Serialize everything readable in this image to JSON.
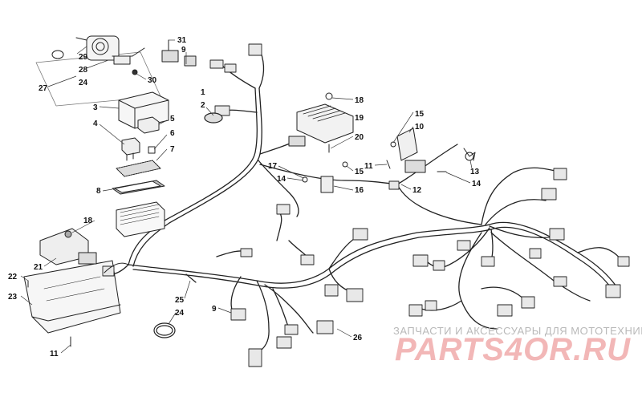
{
  "callouts": [
    {
      "id": "c31",
      "text": "31"
    },
    {
      "id": "c9a",
      "text": "9"
    },
    {
      "id": "c29",
      "text": "29"
    },
    {
      "id": "c28",
      "text": "28"
    },
    {
      "id": "c24a",
      "text": "24"
    },
    {
      "id": "c30",
      "text": "30"
    },
    {
      "id": "c27",
      "text": "27"
    },
    {
      "id": "c1",
      "text": "1"
    },
    {
      "id": "c2",
      "text": "2"
    },
    {
      "id": "c3",
      "text": "3"
    },
    {
      "id": "c5",
      "text": "5"
    },
    {
      "id": "c4",
      "text": "4"
    },
    {
      "id": "c6",
      "text": "6"
    },
    {
      "id": "c7",
      "text": "7"
    },
    {
      "id": "c8",
      "text": "8"
    },
    {
      "id": "c18a",
      "text": "18"
    },
    {
      "id": "c19",
      "text": "19"
    },
    {
      "id": "c20",
      "text": "20"
    },
    {
      "id": "c15a",
      "text": "15"
    },
    {
      "id": "c10",
      "text": "10"
    },
    {
      "id": "c11a",
      "text": "11"
    },
    {
      "id": "c13",
      "text": "13"
    },
    {
      "id": "c17",
      "text": "17"
    },
    {
      "id": "c14a",
      "text": "14"
    },
    {
      "id": "c15b",
      "text": "15"
    },
    {
      "id": "c16",
      "text": "16"
    },
    {
      "id": "c12",
      "text": "12"
    },
    {
      "id": "c14b",
      "text": "14"
    },
    {
      "id": "c18b",
      "text": "18"
    },
    {
      "id": "c21",
      "text": "21"
    },
    {
      "id": "c22",
      "text": "22"
    },
    {
      "id": "c23",
      "text": "23"
    },
    {
      "id": "c25",
      "text": "25"
    },
    {
      "id": "c24b",
      "text": "24"
    },
    {
      "id": "c9b",
      "text": "9"
    },
    {
      "id": "c26",
      "text": "26"
    },
    {
      "id": "c11b",
      "text": "11"
    }
  ],
  "watermark": {
    "caption": "ЗАПЧАСТИ И АКСЕССУАРЫ ДЛЯ МОТОТЕХНИКИ",
    "logo": "PARTS4OR.RU"
  }
}
